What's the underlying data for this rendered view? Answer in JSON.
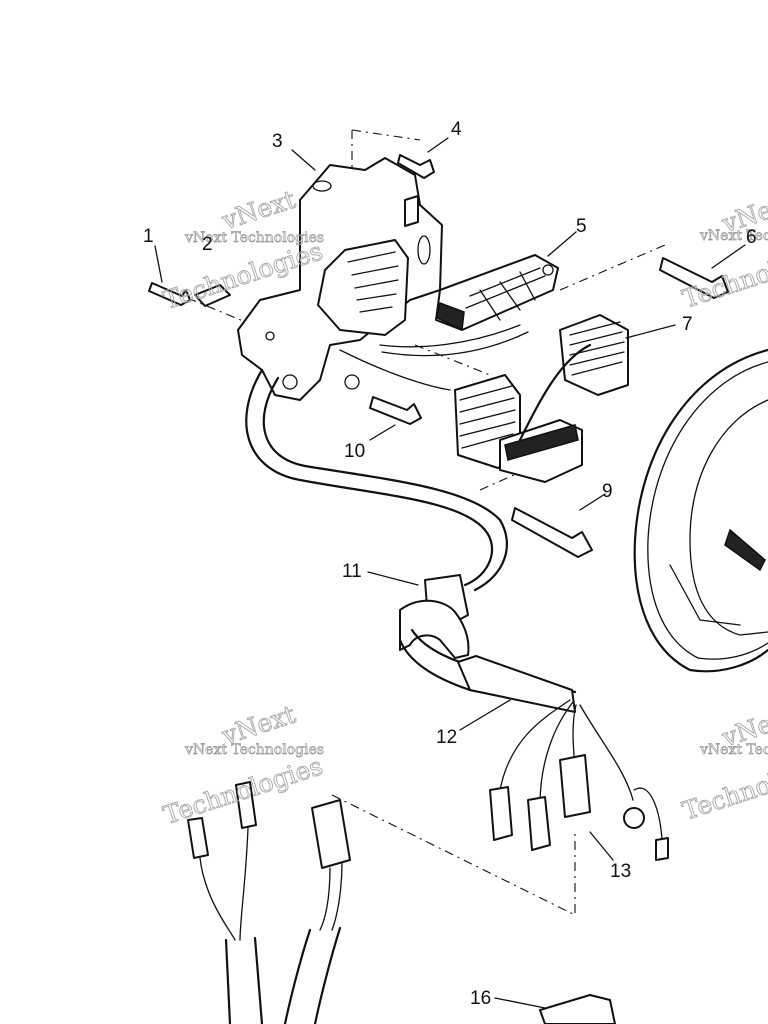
{
  "callouts": [
    "1",
    "2",
    "3",
    "4",
    "5",
    "6",
    "7",
    "9",
    "10",
    "11",
    "12",
    "13",
    "16"
  ],
  "watermark": {
    "line1": "vNext Technologies",
    "line2": "vNext",
    "line3": "Technologies"
  },
  "colors": {
    "ink": "#111111",
    "background": "#ffffff",
    "watermark": "#a8a8a8"
  }
}
